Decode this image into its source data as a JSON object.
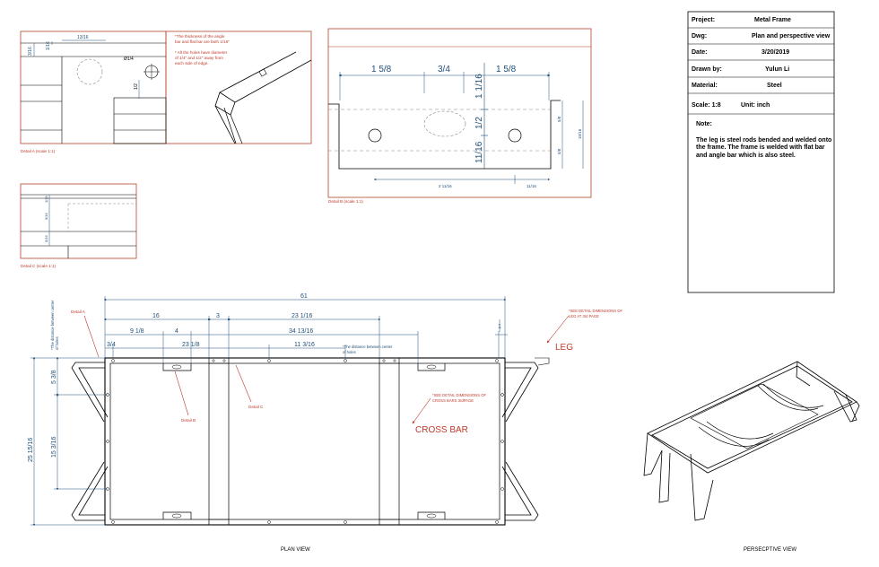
{
  "title_block": {
    "project_label": "Project:",
    "project_value": "Metal Frame",
    "dwg_label": "Dwg:",
    "dwg_value": "Plan and perspective view",
    "date_label": "Date:",
    "date_value": "3/20/2019",
    "drawn_label": "Drawn by:",
    "drawn_value": "Yulun Li",
    "material_label": "Material:",
    "material_value": "Steel",
    "scale_label": "Scale: 1:8",
    "unit_label": "Unit: inch",
    "note_label": "Note:",
    "note_lines": [
      "The leg is steel rods bended and welded onto",
      "the frame. The frame is welded with flat bar",
      "and angle bar which is also steel."
    ]
  },
  "detail_a": {
    "caption": "Detail A (scale 1:1)",
    "note_lines": [
      "*The thickness of the angle",
      "bar and flat bar are both 1/16\"",
      "",
      "* All the holes have diameter",
      "of 1/4\" and 1/2\" away from",
      "each side of edge."
    ],
    "dims": {
      "d1": "13/16",
      "d2": "3/16",
      "d3": "1/16",
      "d4": "Ø1/4",
      "d5": "1/2"
    }
  },
  "detail_b": {
    "caption": "Detail B (scale 1:1)",
    "dims": {
      "a": "1 5/8",
      "b": "3/4",
      "c": "1 5/8",
      "v1": "1 1/16",
      "v2": "1/2",
      "v3": "11/16",
      "s1": "5/8",
      "s2": "5/8",
      "s3": "15/16",
      "h1": "2 11/16",
      "h2": "11/16"
    }
  },
  "detail_c": {
    "caption": "Detail C (scale 1:1)",
    "dims": {
      "a": "1/16",
      "b": "9/16",
      "c": "5/16"
    }
  },
  "plan": {
    "caption": "PLAN VIEW",
    "dims": {
      "overall": "61",
      "d16": "16",
      "d3": "3",
      "d23_1_16": "23 1/16",
      "d9_1_8": "9 1/8",
      "d4": "4",
      "d34": "34 13/16",
      "d3_4": "3/4",
      "d23_1_8": "23 1/8",
      "d11_3_16": "11 3/16",
      "d1": "1",
      "h_total": "25 15/16",
      "h5_3_8": "5 3/8",
      "h15_3_16": "15 3/16"
    },
    "labels": {
      "detail_a": "Detail A",
      "detail_b": "Detail B",
      "detail_c": "Detail C",
      "center_note_lines": [
        "*The distance between  center",
        "of holes"
      ],
      "left_note_lines": [
        "*The distance between center",
        "of holes"
      ],
      "leg_note_lines": [
        "*SEE DETAIL DIMENSIONS OF",
        "LEG  AT  3rd PAGE"
      ],
      "leg": "LEG",
      "crossbar_note_lines": [
        "*SEE DETAIL DIMENSIONS OF",
        "CROSS BARS 3rdPAGE"
      ],
      "crossbar": "CROSS BAR"
    }
  },
  "perspective": {
    "caption": "PERSECPTIVE VIEW"
  },
  "colors": {
    "dim_blue": "#1f4e79",
    "annotation_red": "#c0392b",
    "border_red": "#b5452b",
    "line": "#000000"
  }
}
